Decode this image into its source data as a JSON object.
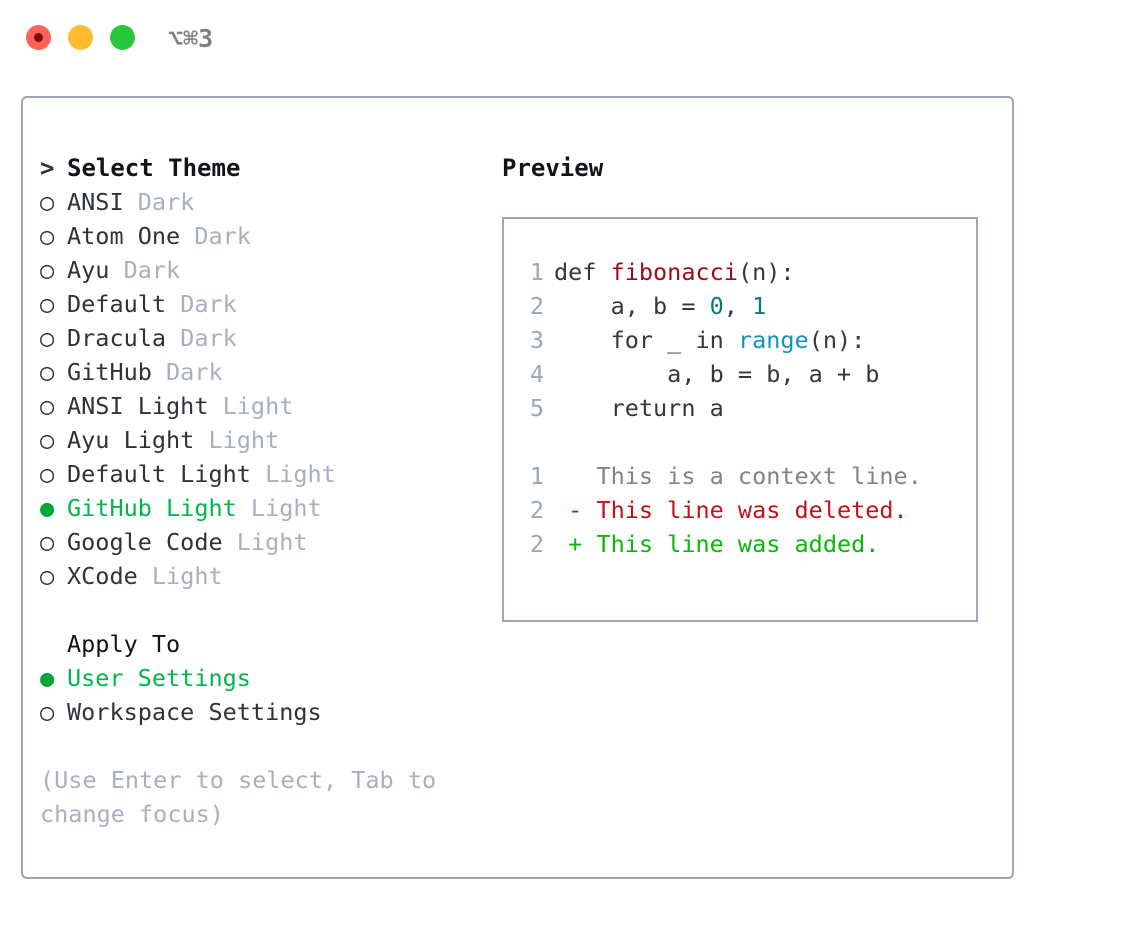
{
  "window": {
    "shortcut": "⌥⌘3",
    "traffic_lights": [
      {
        "name": "close",
        "color": "#ff6159"
      },
      {
        "name": "minimize",
        "color": "#febc2e"
      },
      {
        "name": "maximize",
        "color": "#27c840"
      }
    ]
  },
  "theme_list": {
    "header_marker": ">",
    "header": "Select Theme",
    "items": [
      {
        "marker": "○",
        "label": "ANSI",
        "suffix": "Dark",
        "selected": false
      },
      {
        "marker": "○",
        "label": "Atom One",
        "suffix": "Dark",
        "selected": false
      },
      {
        "marker": "○",
        "label": "Ayu",
        "suffix": "Dark",
        "selected": false
      },
      {
        "marker": "○",
        "label": "Default",
        "suffix": "Dark",
        "selected": false
      },
      {
        "marker": "○",
        "label": "Dracula",
        "suffix": "Dark",
        "selected": false
      },
      {
        "marker": "○",
        "label": "GitHub",
        "suffix": "Dark",
        "selected": false
      },
      {
        "marker": "○",
        "label": "ANSI Light",
        "suffix": "Light",
        "selected": false
      },
      {
        "marker": "○",
        "label": "Ayu Light",
        "suffix": "Light",
        "selected": false
      },
      {
        "marker": "○",
        "label": "Default Light",
        "suffix": "Light",
        "selected": false
      },
      {
        "marker": "●",
        "label": "GitHub Light",
        "suffix": "Light",
        "selected": true
      },
      {
        "marker": "○",
        "label": "Google Code",
        "suffix": "Light",
        "selected": false
      },
      {
        "marker": "○",
        "label": "XCode",
        "suffix": "Light",
        "selected": false
      }
    ]
  },
  "apply_to": {
    "header": "Apply To",
    "items": [
      {
        "marker": "●",
        "label": "User Settings",
        "selected": true
      },
      {
        "marker": "○",
        "label": "Workspace Settings",
        "selected": false
      }
    ]
  },
  "hint": "(Use Enter to select, Tab to change focus)",
  "preview": {
    "title": "Preview",
    "code_lines": [
      {
        "num": "1",
        "tokens": [
          {
            "t": "def ",
            "c": "plain"
          },
          {
            "t": "fibonacci",
            "c": "fn"
          },
          {
            "t": "(n):",
            "c": "plain"
          }
        ]
      },
      {
        "num": "2",
        "tokens": [
          {
            "t": "    a, b = ",
            "c": "plain"
          },
          {
            "t": "0",
            "c": "num"
          },
          {
            "t": ", ",
            "c": "plain"
          },
          {
            "t": "1",
            "c": "num"
          }
        ]
      },
      {
        "num": "3",
        "tokens": [
          {
            "t": "    for _ in ",
            "c": "plain"
          },
          {
            "t": "range",
            "c": "call"
          },
          {
            "t": "(n):",
            "c": "plain"
          }
        ]
      },
      {
        "num": "4",
        "tokens": [
          {
            "t": "        a, b = b, a + b",
            "c": "plain"
          }
        ]
      },
      {
        "num": "5",
        "tokens": [
          {
            "t": "    return a",
            "c": "plain"
          }
        ]
      }
    ],
    "diff_lines": [
      {
        "num": "1",
        "tokens": [
          {
            "t": "   This is a context line.",
            "c": "ctx"
          }
        ]
      },
      {
        "num": "2",
        "tokens": [
          {
            "t": " - This line was deleted.",
            "c": "del"
          }
        ]
      },
      {
        "num": "2",
        "tokens": [
          {
            "t": " + This line was added.",
            "c": "add"
          }
        ]
      }
    ]
  },
  "colors": {
    "accent_green": "#00b84a",
    "muted": "#a7b0be",
    "border": "#9ba6b6",
    "fn": "#9c0a18",
    "num": "#0a7b74",
    "call": "#1192c3",
    "deleted": "#c1121c",
    "added": "#0bb70b"
  }
}
